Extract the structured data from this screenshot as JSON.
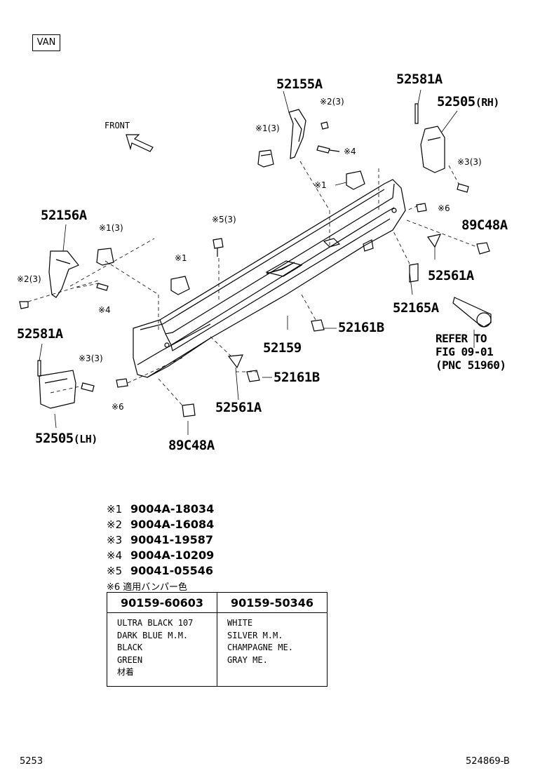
{
  "variant_label": "VAN",
  "front_label": "FRONT",
  "parts": {
    "p52155A": "52155A",
    "p52581A_rh": "52581A",
    "p52505_rh": "52505",
    "p52505_rh_suffix": "(RH)",
    "p52156A": "52156A",
    "p89C48A_rh": "89C48A",
    "p52561A_rh": "52561A",
    "p52165A": "52165A",
    "p52161B_upper": "52161B",
    "p52159": "52159",
    "p52581A_lh": "52581A",
    "p52161B_lower": "52161B",
    "p52561A_lh": "52561A",
    "p52505_lh": "52505",
    "p52505_lh_suffix": "(LH)",
    "p89C48A_lh": "89C48A"
  },
  "refer": {
    "line1": "REFER TO",
    "line2": "FIG 09-01",
    "line3": "(PNC 51960)"
  },
  "callouts": {
    "c_2_3_top": "※2(3)",
    "c_1_3_top": "※1(3)",
    "c_4_top": "※4",
    "c_3_3_rh": "※3(3)",
    "c_1_mid": "※1",
    "c_6_rh": "※6",
    "c_5_3": "※5(3)",
    "c_1_3_left": "※1(3)",
    "c_1_center": "※1",
    "c_2_3_left": "※2(3)",
    "c_4_left": "※4",
    "c_3_3_lh": "※3(3)",
    "c_6_lh": "※6"
  },
  "legend": [
    {
      "mark": "※1",
      "part": "9004A-18034"
    },
    {
      "mark": "※2",
      "part": "9004A-16084"
    },
    {
      "mark": "※3",
      "part": "90041-19587"
    },
    {
      "mark": "※4",
      "part": "9004A-10209"
    },
    {
      "mark": "※5",
      "part": "90041-05546"
    }
  ],
  "note6": "※6 適用バンパー色",
  "color_table": {
    "headers": [
      "90159-60603",
      "90159-50346"
    ],
    "col1": [
      "ULTRA BLACK 107",
      "DARK BLUE M.M.",
      "BLACK",
      "GREEN",
      "材着"
    ],
    "col2": [
      "WHITE",
      "SILVER M.M.",
      "CHAMPAGNE ME.",
      "GRAY ME."
    ]
  },
  "footer": {
    "left": "5253",
    "right": "524869-B"
  }
}
